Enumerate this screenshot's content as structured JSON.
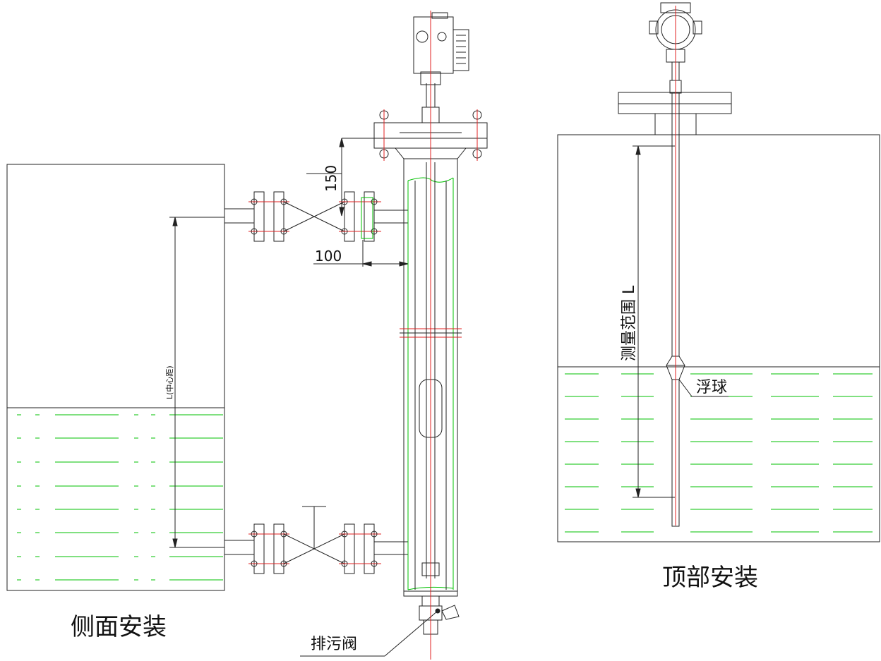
{
  "captions": {
    "side_install": "侧面安装",
    "top_install": "顶部安装"
  },
  "labels": {
    "drain_valve": "排污阀",
    "float_ball": "浮球",
    "measure_range": "测量范围 L",
    "center_distance": "L(中心距)"
  },
  "dimensions": {
    "d150": "150",
    "d100": "100"
  },
  "colors": {
    "line": "#222222",
    "centerline": "#e02020",
    "liquid": "#00c000"
  }
}
